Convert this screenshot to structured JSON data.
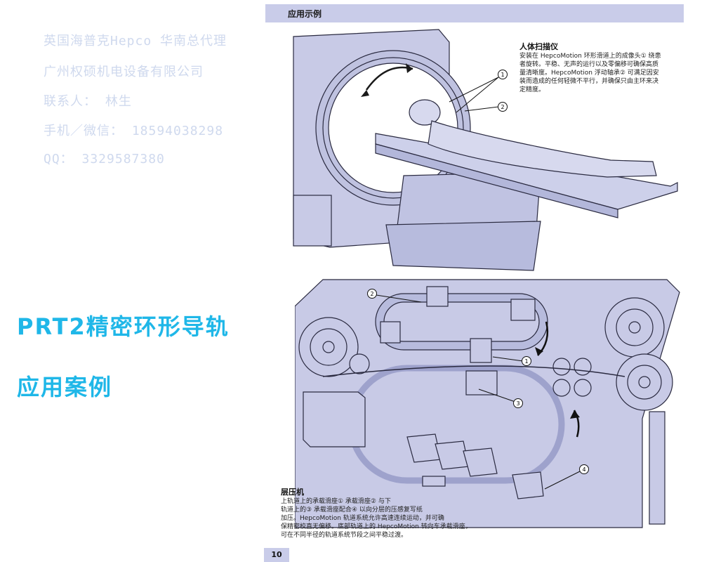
{
  "header": {
    "title": "应用示例"
  },
  "watermark": [
    "英国海普克Hepco 华南总代理",
    "广州权硕机电设备有限公司",
    "联系人： 林生",
    "手机／微信： 18594038298",
    "QQ： 3329587380"
  ],
  "title": {
    "line1": "PRT2精密环形导轨",
    "line2": "应用案例"
  },
  "scanner": {
    "heading": "人体扫描仪",
    "lines": [
      "安装在 HepcoMotion 环形滑道上的成像头① 绕患",
      "者旋转。平稳、无声的运行以及零偏移可确保高质",
      "量清晰度。HepcoMotion 浮动轴承② 可满足因安",
      "装而造成的任何轻微不平行，并确保只由主环来决",
      "定精度。"
    ],
    "callouts": [
      "1",
      "2"
    ]
  },
  "laminator": {
    "heading": "层压机",
    "lines": [
      "上轨道上的承载滑座① 承载滑座② 与下",
      "轨道上的③ 承载滑座配合④ 以向分层的压感复写纸",
      "加压。HepcoMotion 轨道系统允许高速连续运动，并可确",
      "保精密校直无偏移。底部轨道上的 HepcoMotion 转向车承载滑座，",
      "可在不同半径的轨道系统节段之间平稳过渡。"
    ],
    "callouts": [
      "1",
      "2",
      "3",
      "4"
    ]
  },
  "page": {
    "number": "10"
  },
  "colors": {
    "illustration": "#c8cae6",
    "stroke": "#2a2a40",
    "title": "#1fb7e8",
    "watermark": "#cfd9ee"
  }
}
